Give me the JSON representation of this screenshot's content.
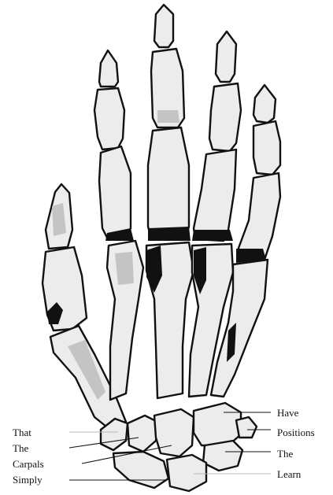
{
  "labels": {
    "left": [
      "That",
      "The",
      "Carpals",
      "Simply"
    ],
    "right": [
      "Have",
      "Positions",
      "The",
      "Learn"
    ]
  }
}
